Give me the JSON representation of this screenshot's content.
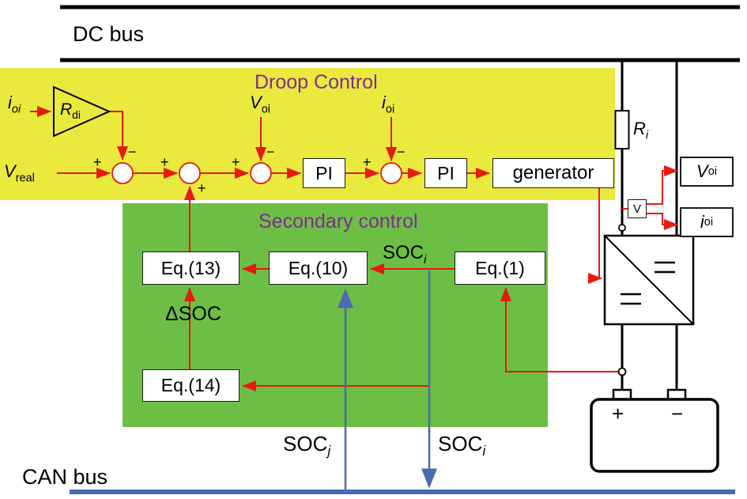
{
  "signs": {
    "plus": "+",
    "minus": "−"
  },
  "colors": {
    "droop_bg": "#e9e93e",
    "secondary_bg": "#6cbf44",
    "title_purple": "#7e2f8e",
    "wire_red": "#e8190f",
    "can_blue": "#4a6cad"
  },
  "dc_bus": {
    "label": "DC bus"
  },
  "can_bus": {
    "label": "CAN bus"
  },
  "droop": {
    "title": "Droop Control",
    "current_in": {
      "base": "i",
      "sub": "oi"
    },
    "gain": {
      "base": "R",
      "sub": "di"
    },
    "v_real": {
      "base": "V",
      "sub": "real"
    },
    "v_oi": {
      "base": "V",
      "sub": "oi"
    },
    "i_oi": {
      "base": "i",
      "sub": "oi"
    },
    "pi1": "PI",
    "pi2": "PI",
    "generator": "generator"
  },
  "secondary": {
    "title": "Secondary control",
    "eq13": "Eq.(13)",
    "eq10": "Eq.(10)",
    "eq1": "Eq.(1)",
    "eq14": "Eq.(14)",
    "soc_i": {
      "base": "SOC",
      "sub": "i"
    },
    "delta_soc": "ΔSOC",
    "soc_j_can": {
      "base": "SOC",
      "sub": "j"
    },
    "soc_i_can": {
      "base": "SOC",
      "sub": "i"
    }
  },
  "circuit": {
    "resistor": {
      "base": "R",
      "sub": "i"
    },
    "voltmeter": "V",
    "v_meas": {
      "base": "V",
      "sub": "oi"
    },
    "i_meas": {
      "base": "i",
      "sub": "oi"
    },
    "battery_plus": "+",
    "battery_minus": "−"
  }
}
